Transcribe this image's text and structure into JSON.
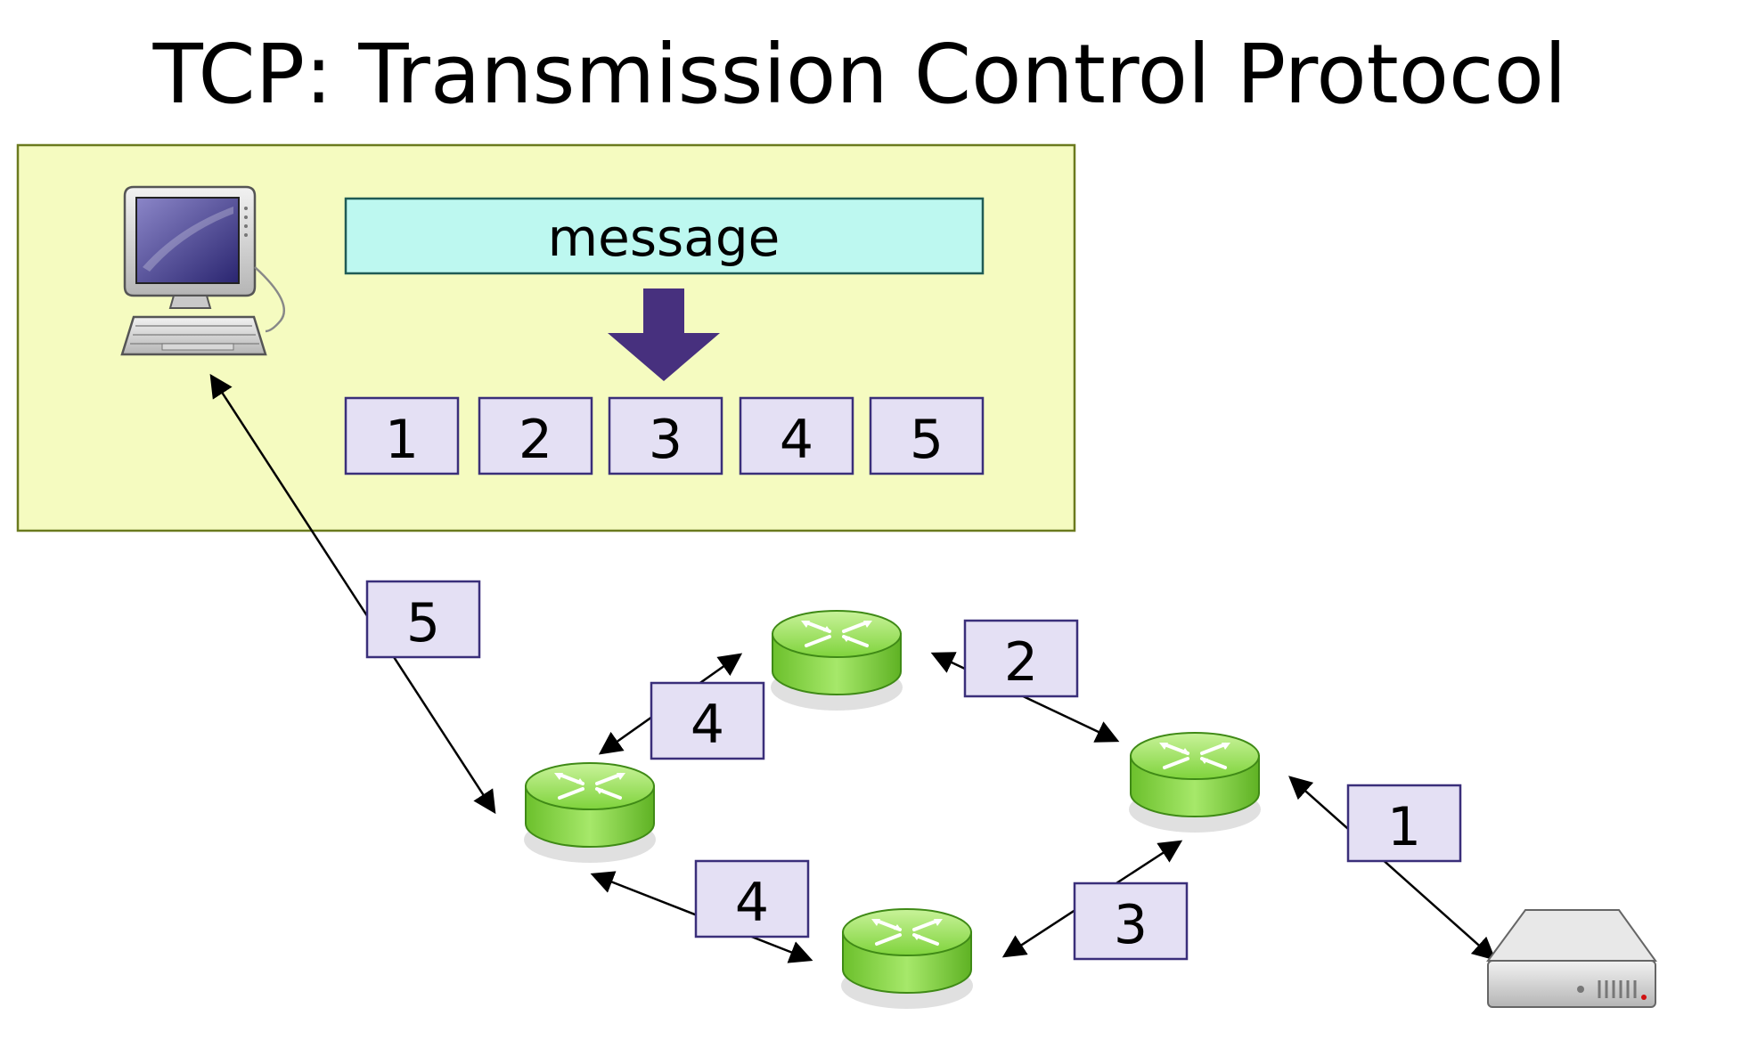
{
  "title": "TCP: Transmission Control Protocol",
  "message_label": "message",
  "segments": [
    "1",
    "2",
    "3",
    "4",
    "5"
  ],
  "packets_in_transit": {
    "p1": "1",
    "p2": "2",
    "p3": "3",
    "p4_upper": "4",
    "p4_lower": "4",
    "p5": "5"
  },
  "colors": {
    "sender_panel_bg": "#f5fbc0",
    "message_bg": "#bdf8f0",
    "packet_bg": "#e4e0f4",
    "packet_border": "#3a2f7a",
    "split_arrow": "#47307e",
    "router_green": "#8fdc4a"
  },
  "icons": {
    "sender": "desktop-computer-icon",
    "receiver": "server-icon",
    "router": "router-icon"
  }
}
